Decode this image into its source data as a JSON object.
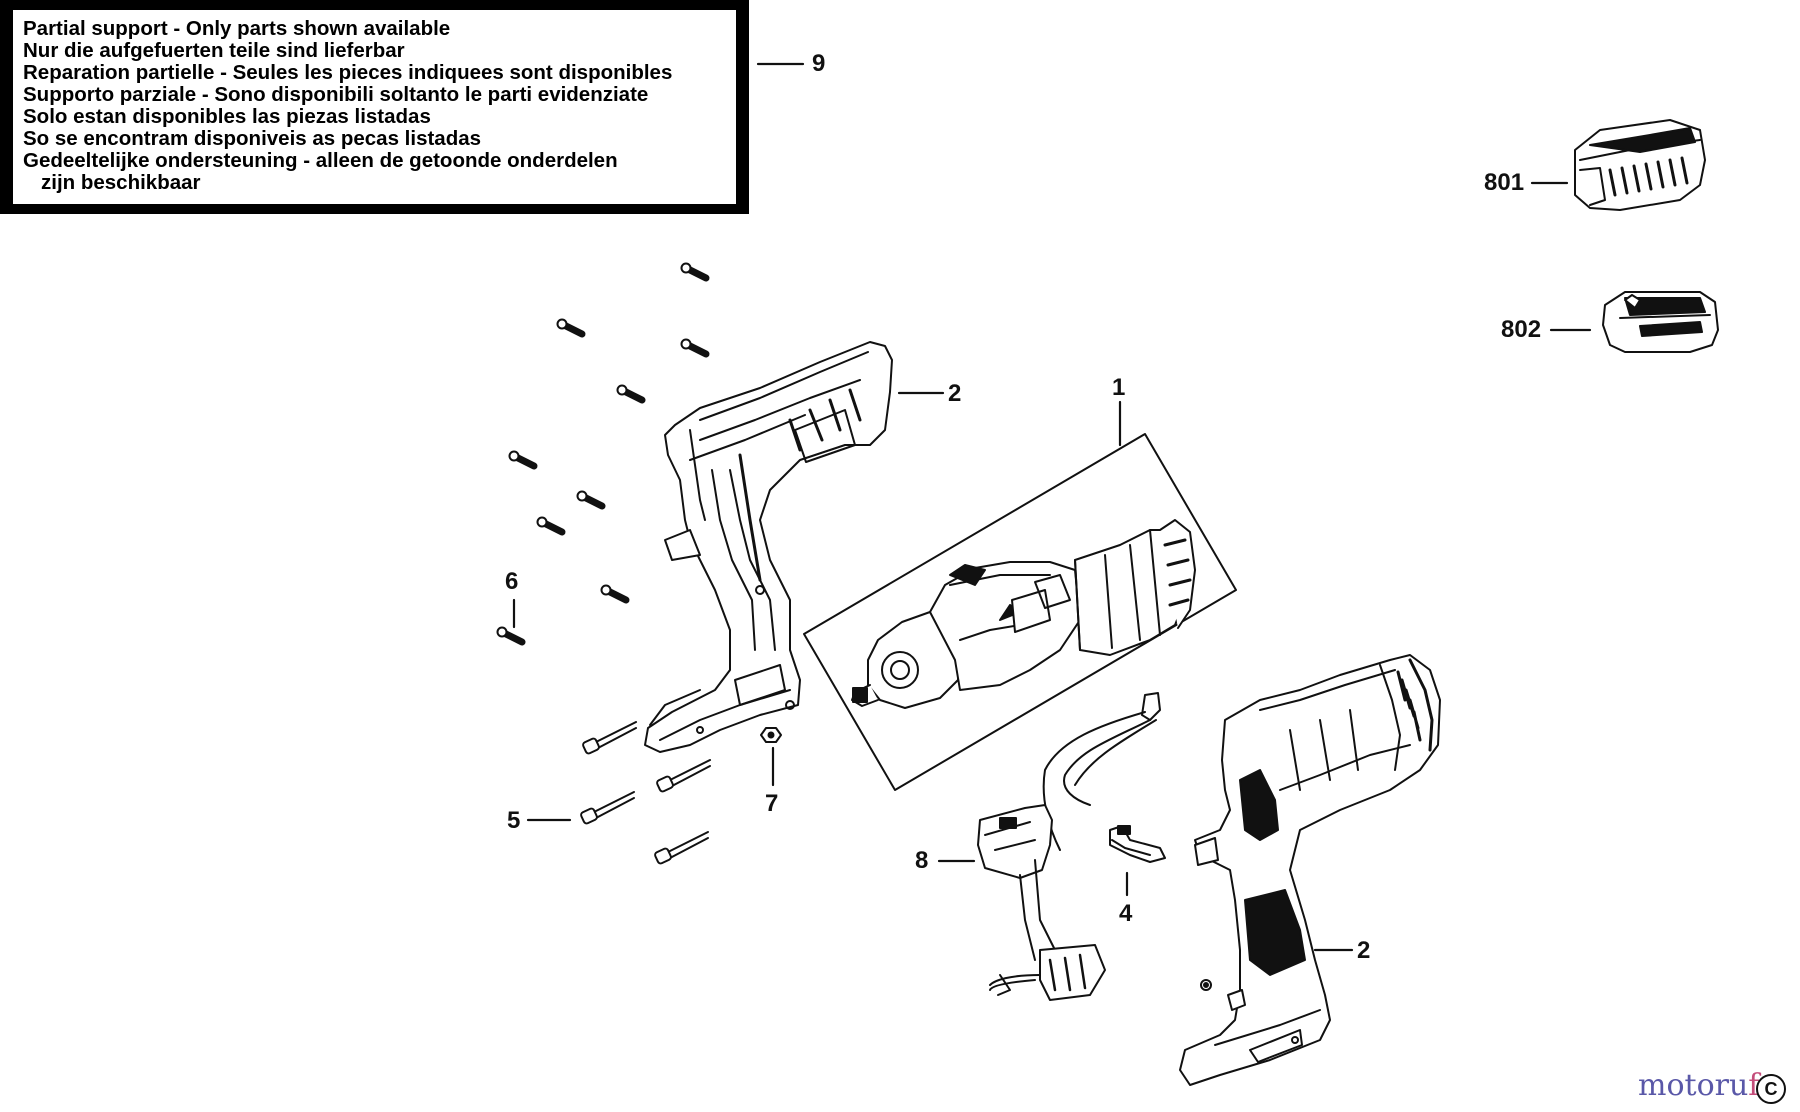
{
  "notice": {
    "lines": [
      "Partial support - Only parts shown available",
      "Nur die aufgefuerten teile sind lieferbar",
      "Reparation partielle - Seules les pieces indiquees sont disponibles",
      "Supporto parziale - Sono disponibili soltanto le parti evidenziate",
      "Solo estan disponibles las piezas listadas",
      "So se encontram disponiveis as pecas listadas",
      "Gedeeltelijke ondersteuning - alleen de getoonde onderdelen",
      "zijn beschikbaar"
    ]
  },
  "callouts": {
    "c9": "9",
    "c801": "801",
    "c802": "802",
    "c2_top": "2",
    "c1": "1",
    "c6": "6",
    "c7": "7",
    "c5": "5",
    "c8": "8",
    "c4": "4",
    "c2_bottom": "2"
  },
  "watermark": {
    "text_a": "motoru",
    "text_b": "f",
    "corner": "C"
  },
  "colors": {
    "line": "#111111",
    "accent_watermark": "#5a58a8",
    "accent_watermark_2": "#c44d7a"
  }
}
